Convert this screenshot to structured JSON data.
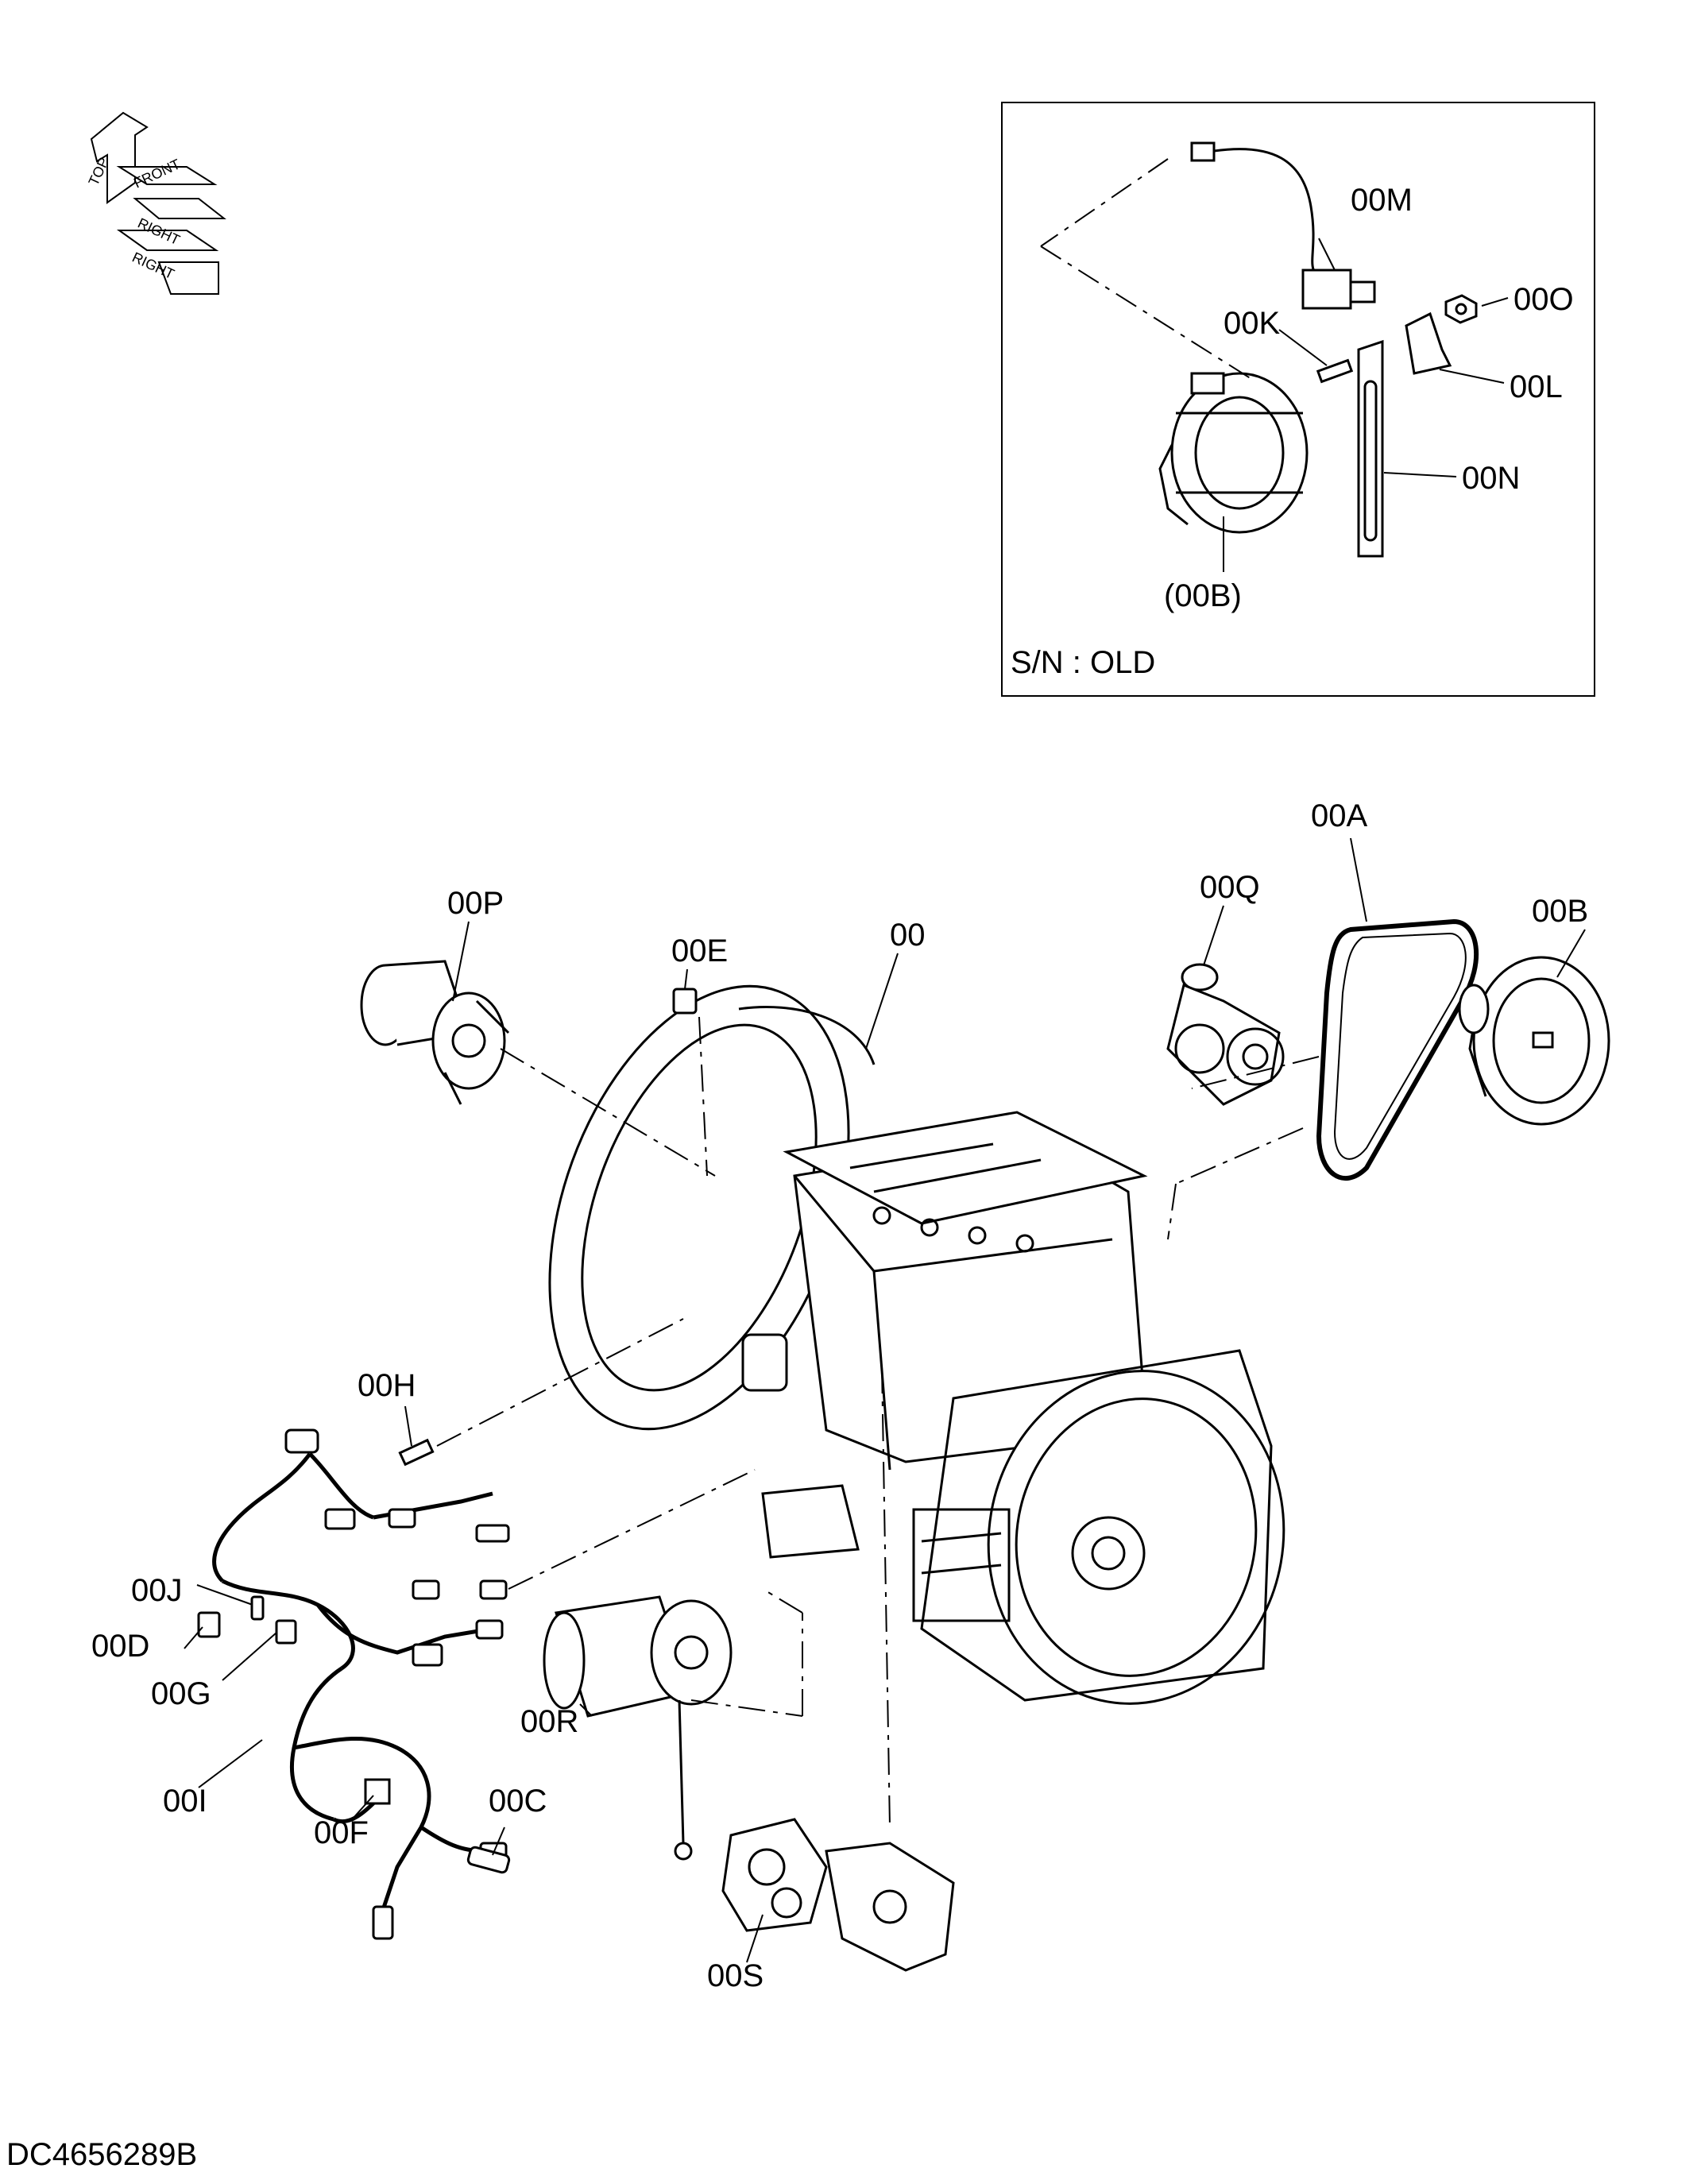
{
  "drawing_id": "DC4656289B",
  "orientation_key": {
    "labels": [
      "TOP",
      "FRONT",
      "RIGHT",
      "RIGHT"
    ]
  },
  "inset": {
    "caption": "S/N : OLD",
    "callouts": [
      "00M",
      "00K",
      "00O",
      "00L",
      "00N",
      "(00B)"
    ]
  },
  "callouts": [
    "00A",
    "00B",
    "00Q",
    "00P",
    "00E",
    "00",
    "00H",
    "00J",
    "00D",
    "00G",
    "00I",
    "00F",
    "00C",
    "00R",
    "00S"
  ],
  "labels": {
    "m": "00M",
    "k": "00K",
    "o": "00O",
    "l": "00L",
    "n": "00N",
    "b_paren": "(00B)",
    "a": "00A",
    "b": "00B",
    "q": "00Q",
    "p": "00P",
    "e": "00E",
    "main": "00",
    "h": "00H",
    "j": "00J",
    "d": "00D",
    "g": "00G",
    "i": "00I",
    "f": "00F",
    "c": "00C",
    "r": "00R",
    "s": "00S"
  }
}
